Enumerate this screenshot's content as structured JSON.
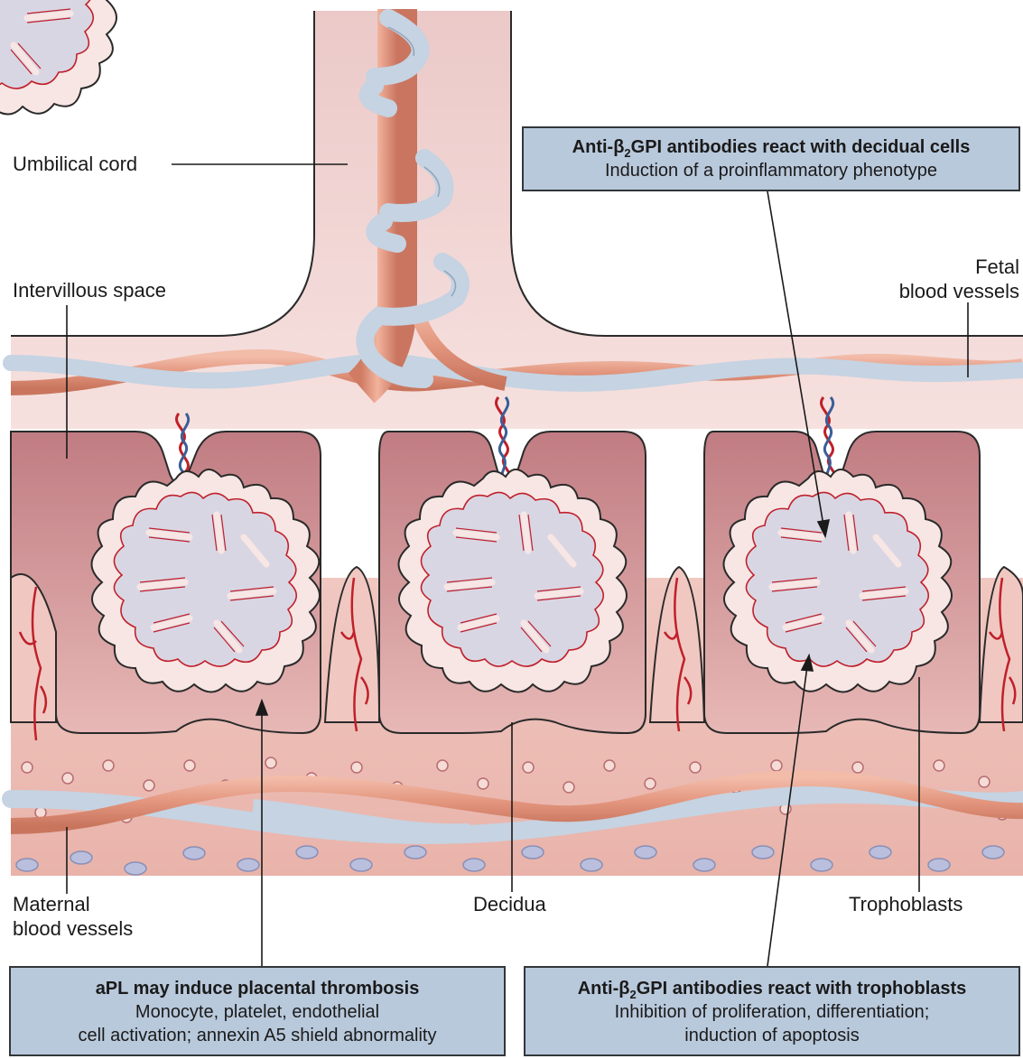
{
  "labels": {
    "umbilical_cord": "Umbilical cord",
    "intervillous_space": "Intervillous space",
    "fetal_line1": "Fetal",
    "fetal_line2": "blood vessels",
    "maternal_line1": "Maternal",
    "maternal_line2": "blood vessels",
    "decidua": "Decidua",
    "trophoblasts": "Trophoblasts"
  },
  "boxes": {
    "decidual": {
      "title_pre": "Anti-β",
      "title_sub": "2",
      "title_post": "GPI antibodies react with decidual cells",
      "line1": "Induction of a proinflammatory phenotype"
    },
    "thrombosis": {
      "title": "aPL may induce placental thrombosis",
      "line1": "Monocyte, platelet, endothelial",
      "line2": "cell activation; annexin A5 shield abnormality"
    },
    "trophoblasts": {
      "title_pre": "Anti-β",
      "title_sub": "2",
      "title_post": "GPI antibodies react with trophoblasts",
      "line1": "Inhibition of proliferation, differentiation;",
      "line2": "induction of apoptosis"
    }
  },
  "colors": {
    "decidua_tissue": "#c9898e",
    "plate_pink": "#f5dedd",
    "artery": "#e59c86",
    "vein": "#c5d3e2",
    "capillary": "#c0202a",
    "box_fill": "#b9c9dc"
  }
}
